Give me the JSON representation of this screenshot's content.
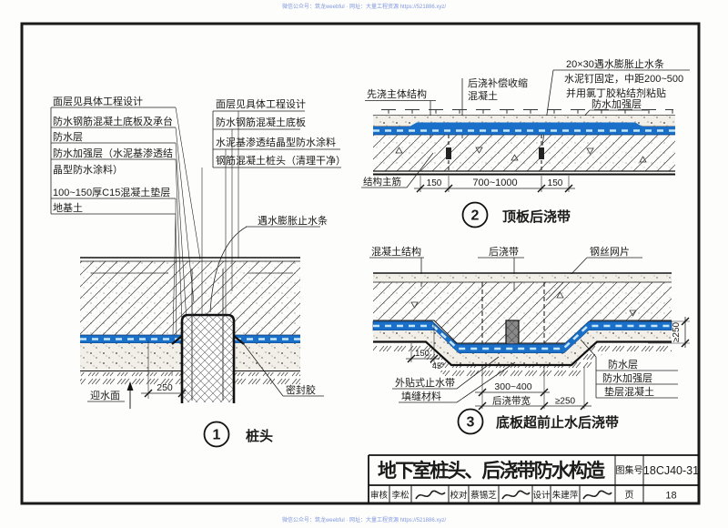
{
  "watermark": {
    "top": "微信公众号：筑龙weebful · 网址：大量工程资源 https://521886.xyz/",
    "bottom": "微信公众号：筑龙weebful · 网址：大量工程资源 https://521886.xyz/"
  },
  "pile_detail": {
    "layers_left": [
      "面层见具体工程设计",
      "防水钢筋混凝土底板及承台",
      "防水层",
      "防水加强层（水泥基渗透结",
      "晶型防水涂料）",
      "100~150厚C15混凝土垫层",
      "地基土"
    ],
    "layers_right": [
      "面层见具体工程设计",
      "防水钢筋混凝土底板",
      "水泥基渗透结晶型防水涂料",
      "钢筋混凝土桩头（清理干净）"
    ],
    "waterstop": "遇水膨胀止水条",
    "dim_250": "250",
    "water_face": "迎水面",
    "sealant": "密封胶",
    "number": "1",
    "caption": "桩头"
  },
  "roof_detail": {
    "first_cast": "先浇主体结构",
    "post_cast": [
      "后浇补偿收缩",
      "混凝土"
    ],
    "note": [
      "20×30遇水膨胀止水条",
      "水泥钉固定，中距200~500",
      "并用氯丁胶粘结剂粘贴"
    ],
    "reinforce_layer": "防水加强层",
    "main_rebar": "结构主筋",
    "dim_left": "150",
    "dim_mid": "700~1000",
    "dim_right": "150",
    "number": "2",
    "caption": "顶板后浇带"
  },
  "floor_detail": {
    "structure": "混凝土结构",
    "strip": "后浇带",
    "wire_mesh": "钢丝网片",
    "dim_150": "150",
    "angle": "45°",
    "ext_waterstop": "外贴式止水带",
    "filler": "填缝材料",
    "dim_width": "300~400",
    "width_label": "后浇带宽",
    "dim_ext": "≥250",
    "dim_depth": "≥250",
    "layers_right": [
      "防水层",
      "防水加强层",
      "垫层混凝土"
    ],
    "number": "3",
    "caption": "底板超前止水后浇带"
  },
  "title_block": {
    "title": "地下室桩头、后浇带防水构造",
    "atlas_label": "图集号",
    "atlas_no": "18CJ40-31",
    "page_label": "页",
    "page_no": "18",
    "reviewer_label": "审核",
    "reviewer": "李松",
    "checker_label": "校对",
    "checker": "蔡锡芝",
    "designer_label": "设计",
    "designer": "朱建萍"
  }
}
